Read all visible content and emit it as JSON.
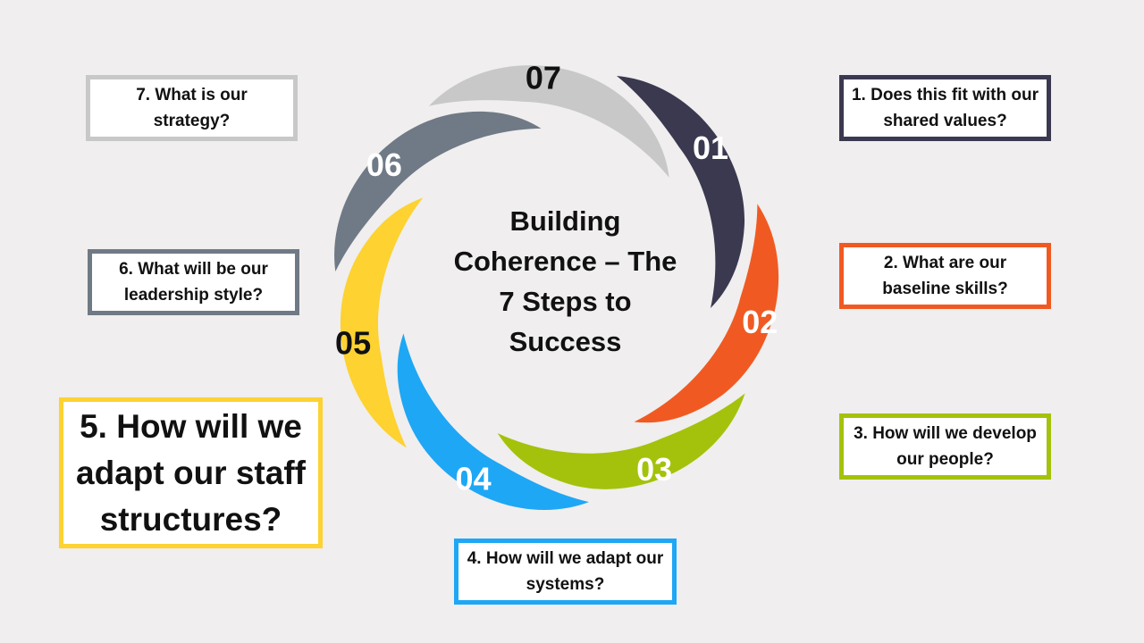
{
  "title": "Building Coherence – The 7 Steps to Success",
  "steps": [
    {
      "number": "01",
      "question": "1. Does this fit with our shared values?",
      "color": "#3a3950",
      "number_color": "#ffffff"
    },
    {
      "number": "02",
      "question": "2. What are our baseline skills?",
      "color": "#f05a22",
      "number_color": "#ffffff"
    },
    {
      "number": "03",
      "question": "3. How will we develop our people?",
      "color": "#a4c20b",
      "number_color": "#ffffff"
    },
    {
      "number": "04",
      "question": "4. How will we adapt our systems?",
      "color": "#1ea7f5",
      "number_color": "#ffffff"
    },
    {
      "number": "05",
      "question": "5. How will we adapt our staff structures?",
      "color": "#fdd231",
      "number_color": "#111111"
    },
    {
      "number": "06",
      "question": "6. What will be our leadership style?",
      "color": "#6f7a86",
      "number_color": "#ffffff"
    },
    {
      "number": "07",
      "question": "7. What is our strategy?",
      "color": "#c8c8c8",
      "number_color": "#111111"
    }
  ]
}
